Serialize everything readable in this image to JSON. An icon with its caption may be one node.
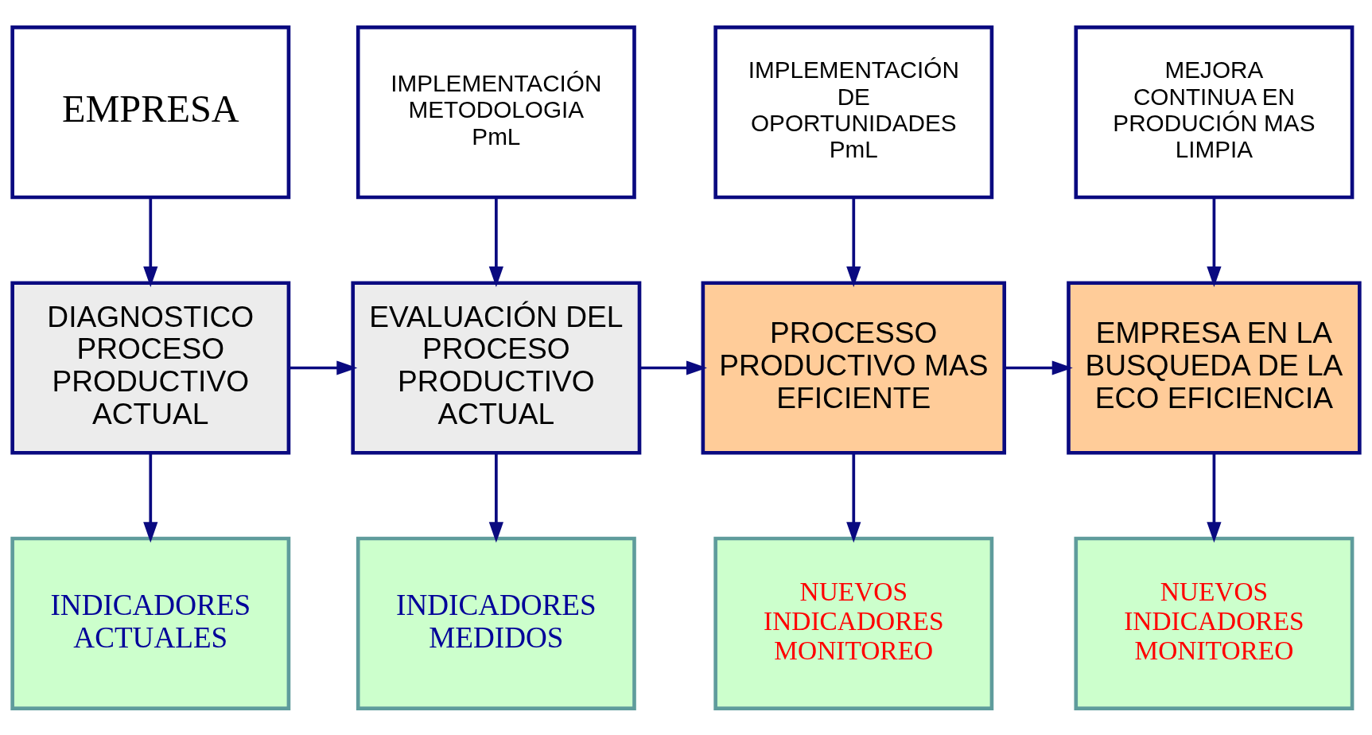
{
  "diagram": {
    "nodes": [
      {
        "text": [
          "EMPRESA"
        ]
      },
      {
        "text": [
          "IMPLEMENTACIÓN METODOLOGIA PmL"
        ]
      },
      {
        "text": [
          "IMPLEMENTACIÓN DE OPORTUNIDADES PmL"
        ]
      },
      {
        "text": [
          "MEJORA CONTINUA EN PRODUCIÓN MAS LIMPIA"
        ]
      },
      {
        "text": [
          "DIAGNOSTICO PROCESO PRODUCTIVO ACTUAL"
        ]
      },
      {
        "text": [
          "EVALUACIÓN DEL PROCESO PRODUCTIVO ACTUAL"
        ]
      },
      {
        "text": [
          "PROCESSO PRODUCTIVO MAS EFICIENTE"
        ]
      },
      {
        "text": [
          "EMPRESA EN LA BUSQUEDA DE LA ECO EFICIENCIA"
        ]
      },
      {
        "text": [
          "INDICADORES ACTUALES"
        ]
      },
      {
        "text": [
          "INDICADORES MEDIDOS"
        ]
      },
      {
        "text": [
          "NUEVOS INDICADORES MONITOREO"
        ]
      },
      {
        "text": [
          "NUEVOS INDICADORES MONITOREO"
        ]
      }
    ],
    "edges": [
      {
        "from": 0,
        "to": 4,
        "arrow": "to"
      },
      {
        "from": 1,
        "to": 5,
        "arrow": "to"
      },
      {
        "from": 2,
        "to": 6,
        "arrow": "to"
      },
      {
        "from": 3,
        "to": 7,
        "arrow": "to"
      },
      {
        "from": 4,
        "to": 5,
        "arrow": "to"
      },
      {
        "from": 5,
        "to": 6,
        "arrow": "to"
      },
      {
        "from": 6,
        "to": 7,
        "arrow": "to"
      },
      {
        "from": 4,
        "to": 8,
        "arrow": "to"
      },
      {
        "from": 5,
        "to": 9,
        "arrow": "to"
      },
      {
        "from": 6,
        "to": 10,
        "arrow": "to"
      },
      {
        "from": 7,
        "to": 11,
        "arrow": "to"
      }
    ]
  }
}
